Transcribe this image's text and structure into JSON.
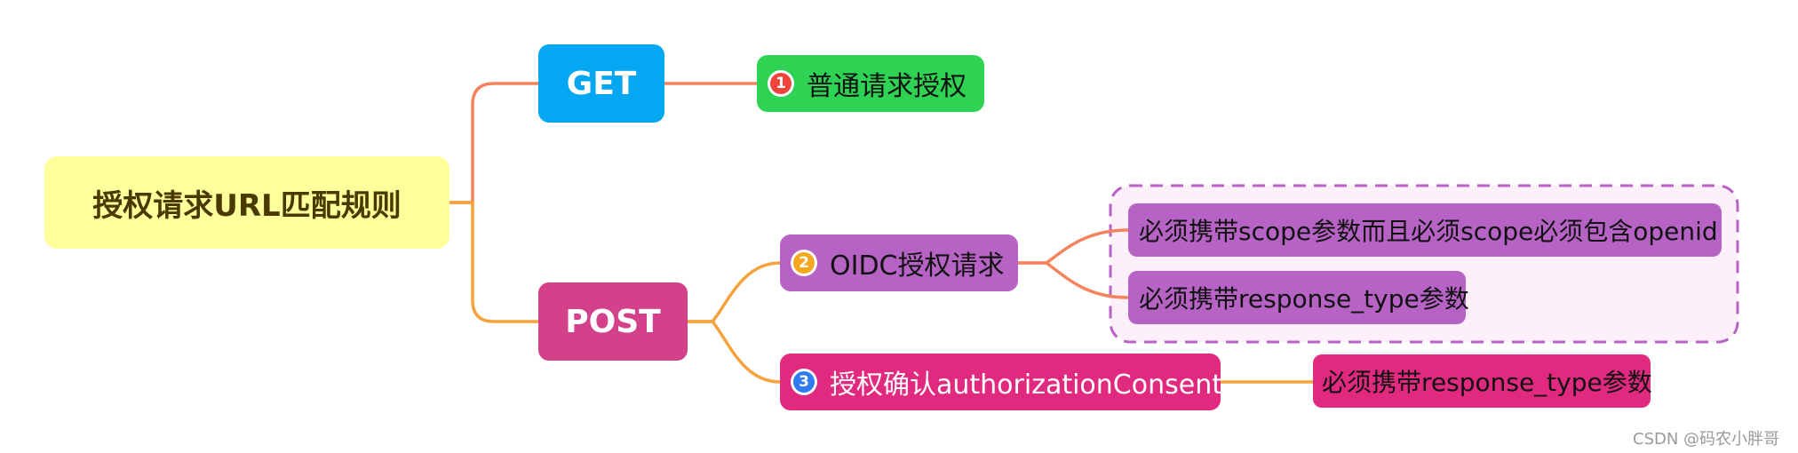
{
  "root": {
    "label": "授权请求URL匹配规则"
  },
  "methods": {
    "get": {
      "label": "GET"
    },
    "post": {
      "label": "POST"
    }
  },
  "get_children": [
    {
      "number": "1",
      "label": "普通请求授权"
    }
  ],
  "post_children": [
    {
      "number": "2",
      "label": "OIDC授权请求",
      "requirements": [
        "必须携带scope参数而且必须scope必须包含openid",
        "必须携带response_type参数"
      ]
    },
    {
      "number": "3",
      "label": "授权确认authorizationConsent",
      "requirements": [
        "必须携带response_type参数"
      ]
    }
  ],
  "colors": {
    "root": "#ffff9c",
    "get": "#06a7f2",
    "post": "#d2418a",
    "node_green": "#2ed353",
    "node_purple": "#b763c6",
    "node_pink": "#e0297f",
    "badge_red": "#f0443a",
    "badge_orange": "#f5a81d",
    "badge_blue": "#2f7cf2",
    "line_orange": "#f5a33c",
    "line_salmon": "#f5835e",
    "group_border": "#b763c6",
    "group_fill": "#fdf0fa"
  },
  "watermark": "CSDN @码农小胖哥"
}
